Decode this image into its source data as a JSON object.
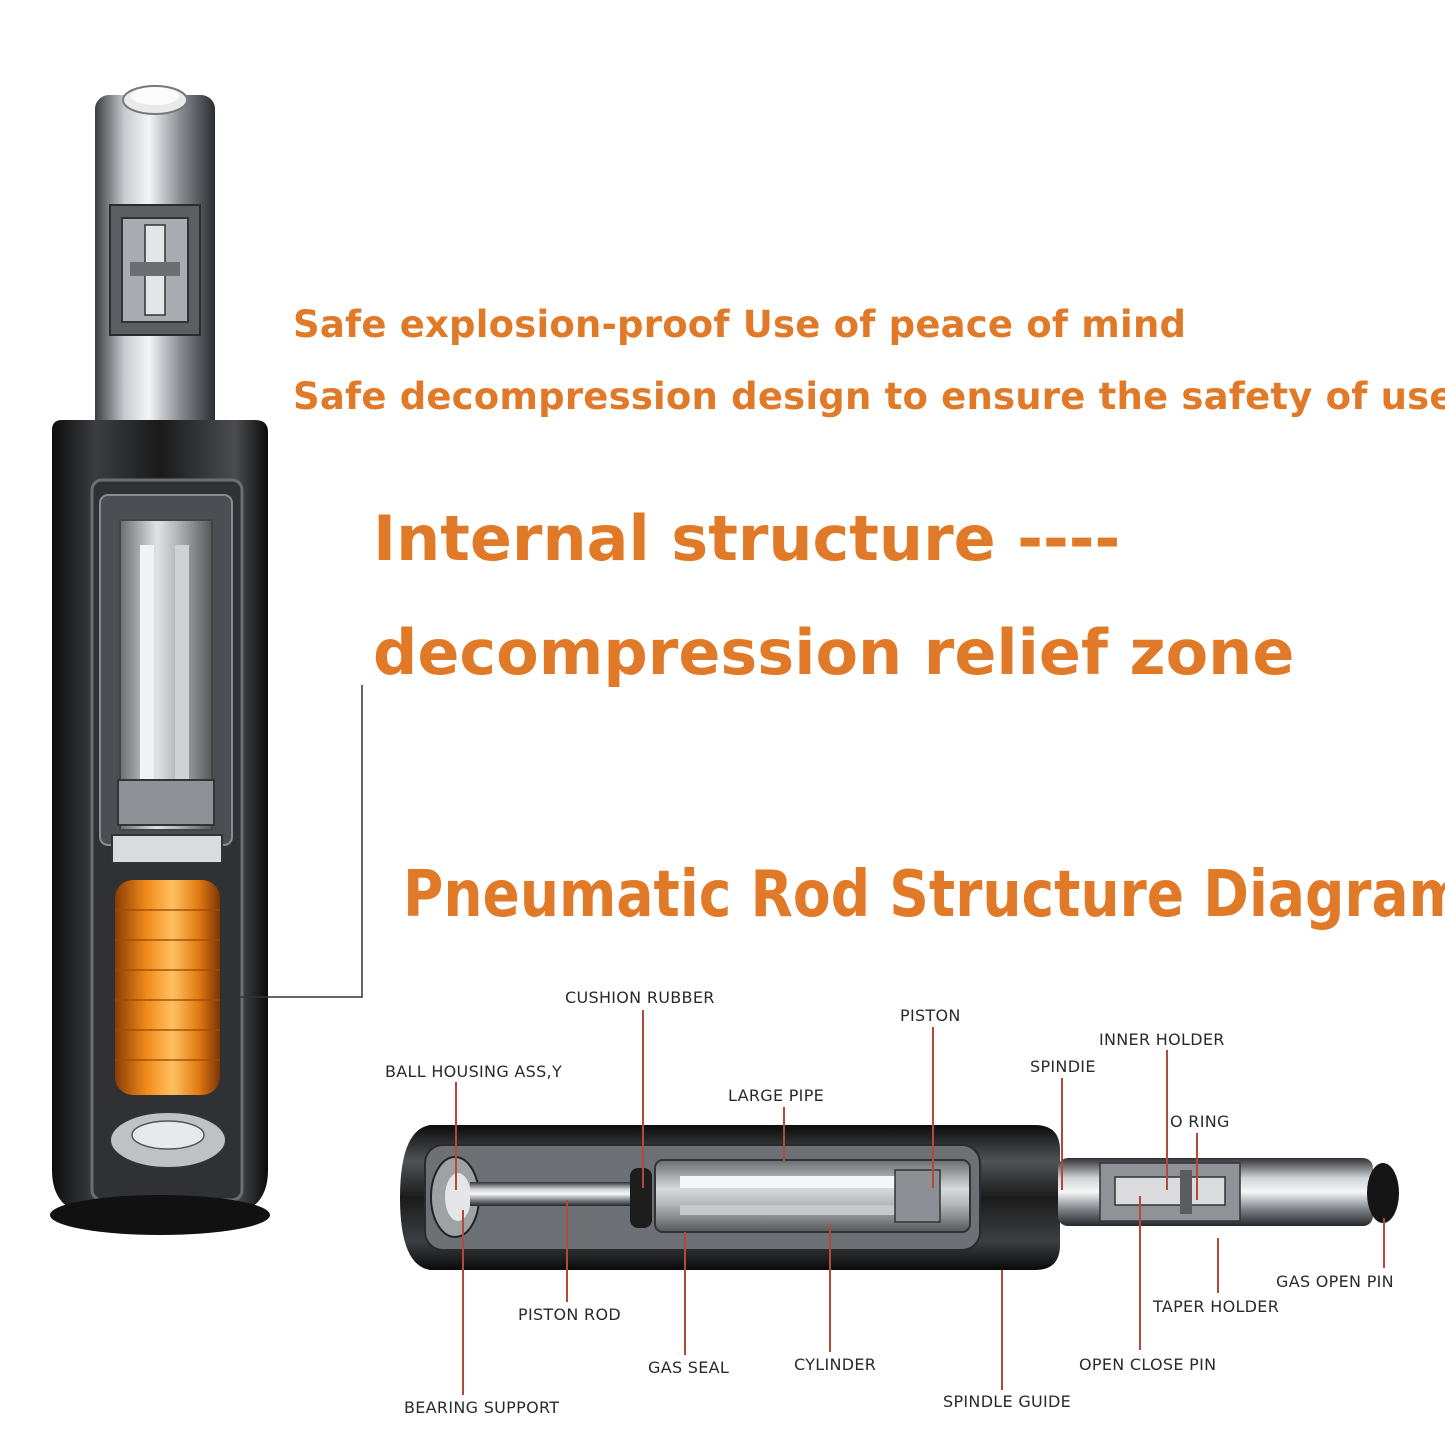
{
  "headlines": {
    "line1": "Safe explosion-proof Use of peace of mind",
    "line2": "Safe decompression design to ensure the safety of use",
    "zone_title_1": "Internal structure ----",
    "zone_title_2": "decompression relief zone",
    "diagram_title": "Pneumatic Rod Structure Diagram"
  },
  "parts": {
    "cushion_rubber": "CUSHION RUBBER",
    "piston": "PISTON",
    "inner_holder": "INNER HOLDER",
    "ball_housing": "BALL HOUSING ASS,Y",
    "spindie": "SPINDIE",
    "large_pipe": "LARGE PIPE",
    "o_ring": "O RING",
    "gas_open_pin": "GAS OPEN PIN",
    "taper_holder": "TAPER HOLDER",
    "piston_rod": "PISTON ROD",
    "gas_seal": "GAS SEAL",
    "cylinder": "CYLINDER",
    "open_close_pin": "OPEN CLOSE PIN",
    "spindle_guide": "SPINDLE GUIDE",
    "bearing_support": "BEARING SUPPORT"
  },
  "colors": {
    "accent": "#E07A28",
    "leader_line": "#B4493A",
    "body_dark": "#1c1c1c",
    "steel": "#9aa0a6"
  }
}
